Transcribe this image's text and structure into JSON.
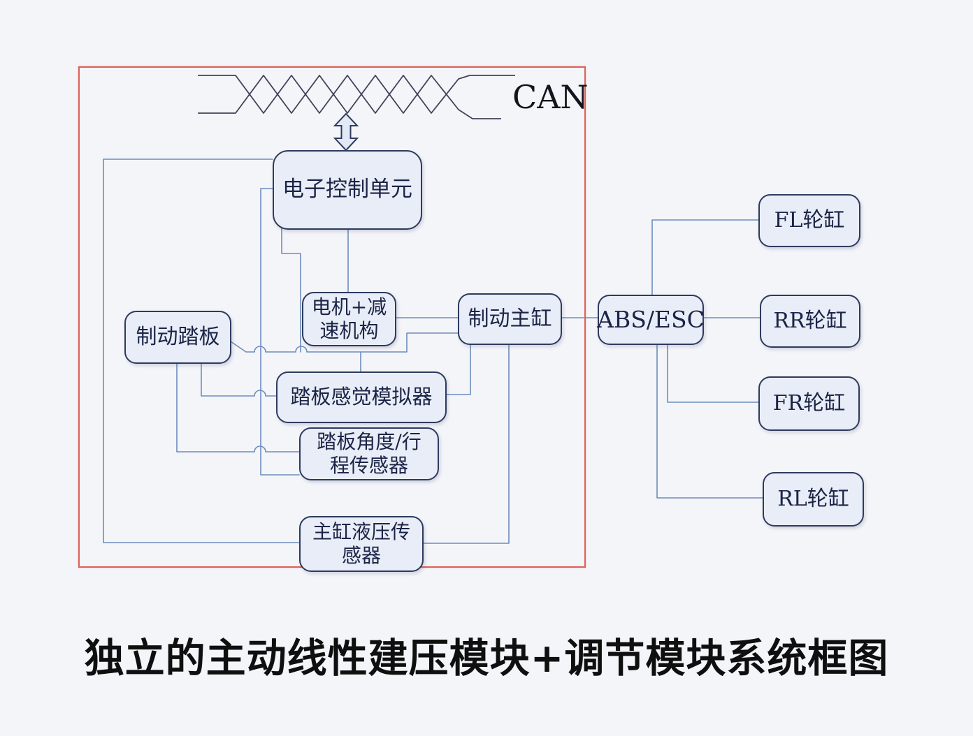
{
  "diagram": {
    "title": "独立的主动线性建压模块+调节模块系统框图",
    "can_bus": {
      "label": "CAN"
    },
    "nodes": {
      "ecu": {
        "label": "电子控制单元"
      },
      "motor_reducer": {
        "label": "电机+减\n速机构"
      },
      "brake_pedal": {
        "label": "制动踏板"
      },
      "pedal_feel_simulator": {
        "label": "踏板感觉模拟器"
      },
      "pedal_angle_stroke_sensor": {
        "label": "踏板角度/行\n程传感器"
      },
      "master_cylinder_pressure_sensor": {
        "label": "主缸液压传\n感器"
      },
      "brake_master_cylinder": {
        "label": "制动主缸"
      },
      "abs_esc": {
        "label": "ABS/ESC"
      },
      "wheel_cylinder_fl": {
        "label": "FL轮缸"
      },
      "wheel_cylinder_rr": {
        "label": "RR轮缸"
      },
      "wheel_cylinder_fr": {
        "label": "FR轮缸"
      },
      "wheel_cylinder_rl": {
        "label": "RL轮缸"
      }
    },
    "colors": {
      "background": "#f4f5f9",
      "boundary_frame": "#dc6159",
      "node_fill": "#e8edf7",
      "node_border": "#2e3a5e",
      "node_text": "#1c2446",
      "connector": "#6d8cbd",
      "can_line": "#45405a",
      "title_text": "#0f0f0f"
    }
  }
}
